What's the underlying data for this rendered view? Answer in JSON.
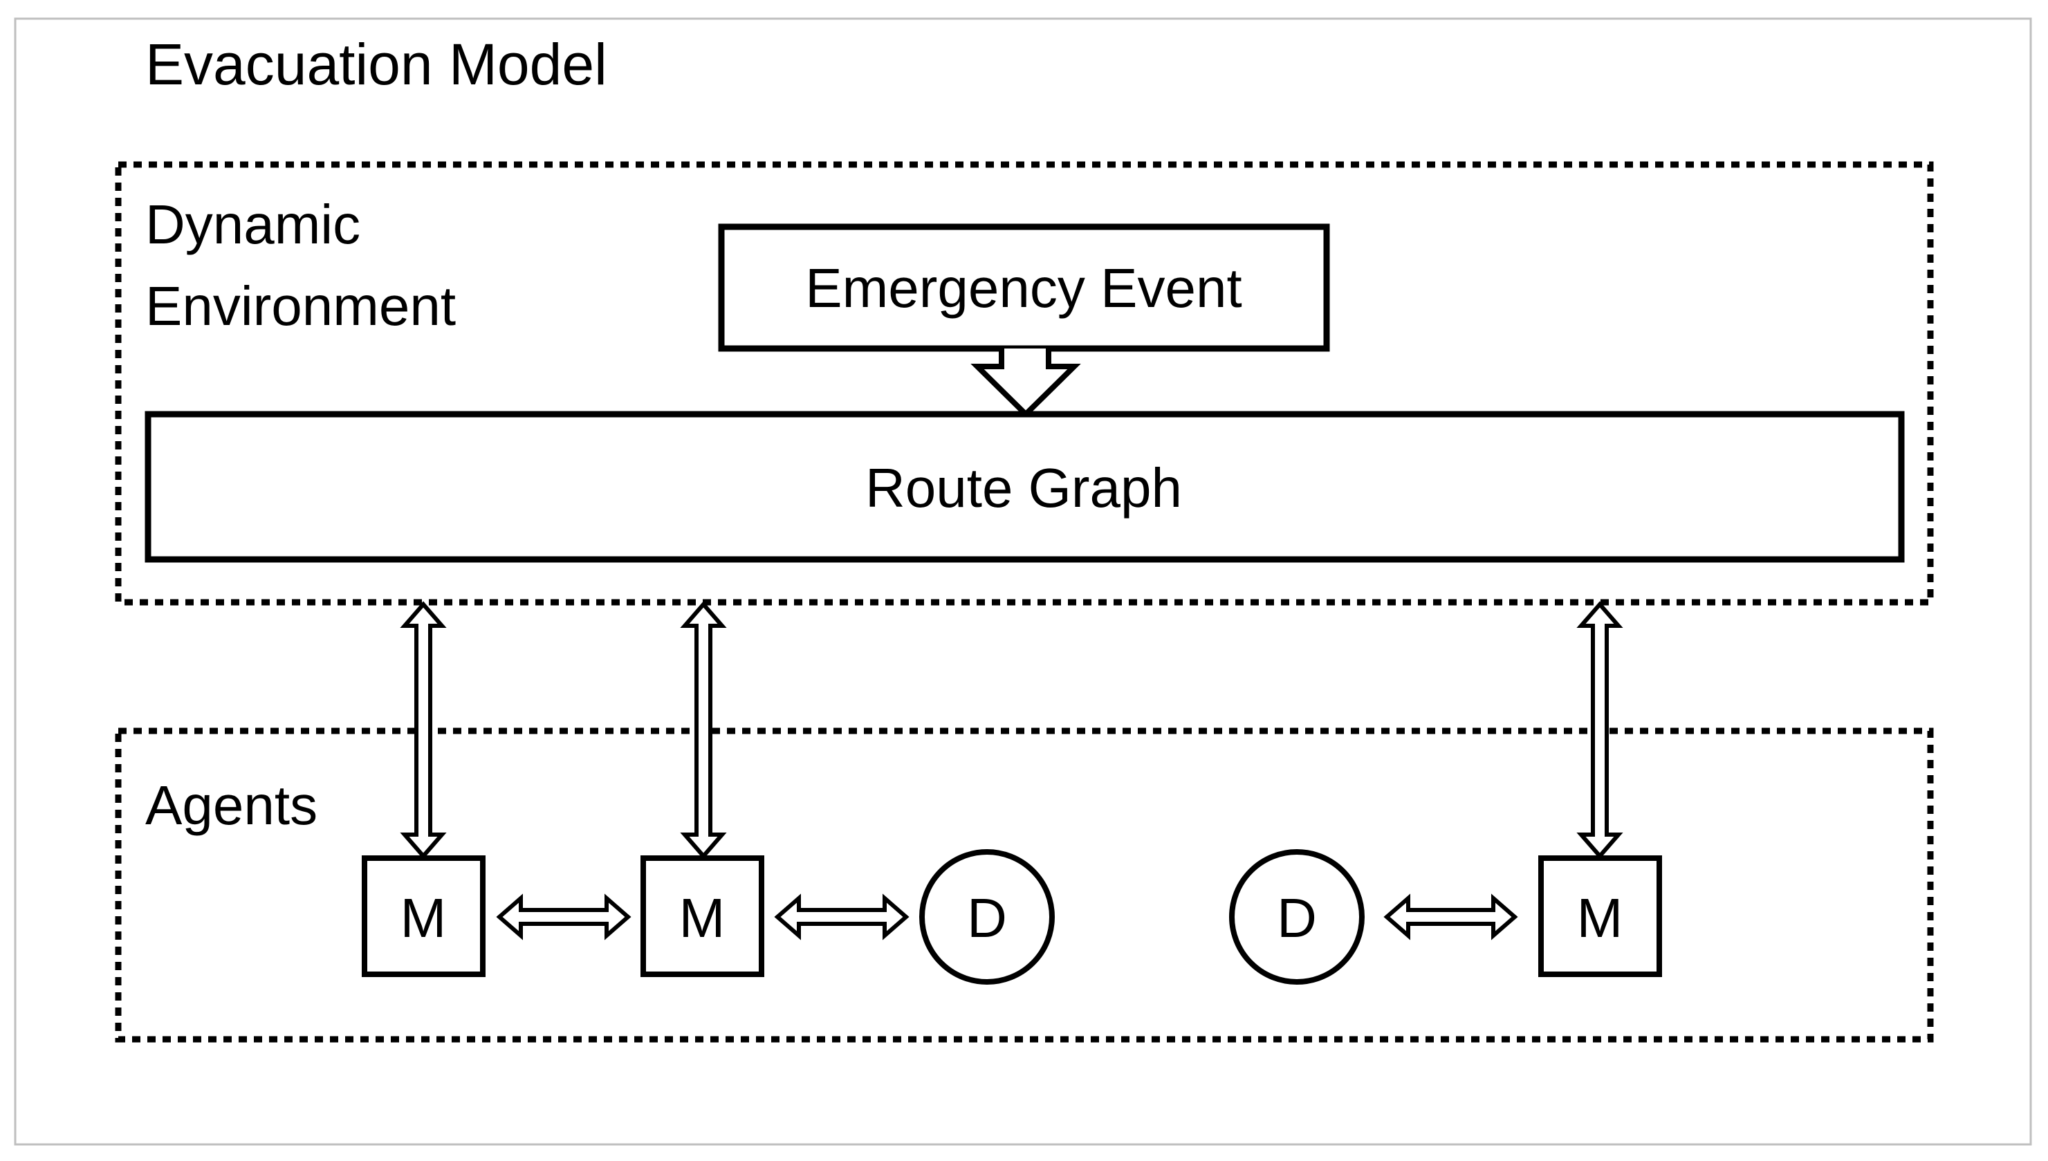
{
  "title": "Evacuation Model",
  "environment": {
    "label_line1": "Dynamic",
    "label_line2": "Environment",
    "event": "Emergency Event",
    "route_graph": "Route Graph"
  },
  "agents": {
    "label": "Agents",
    "nodes": [
      "M",
      "M",
      "D",
      "D",
      "M"
    ]
  },
  "colors": {
    "stroke": "#000000",
    "background": "#ffffff",
    "frame": "#bfbfbf"
  }
}
